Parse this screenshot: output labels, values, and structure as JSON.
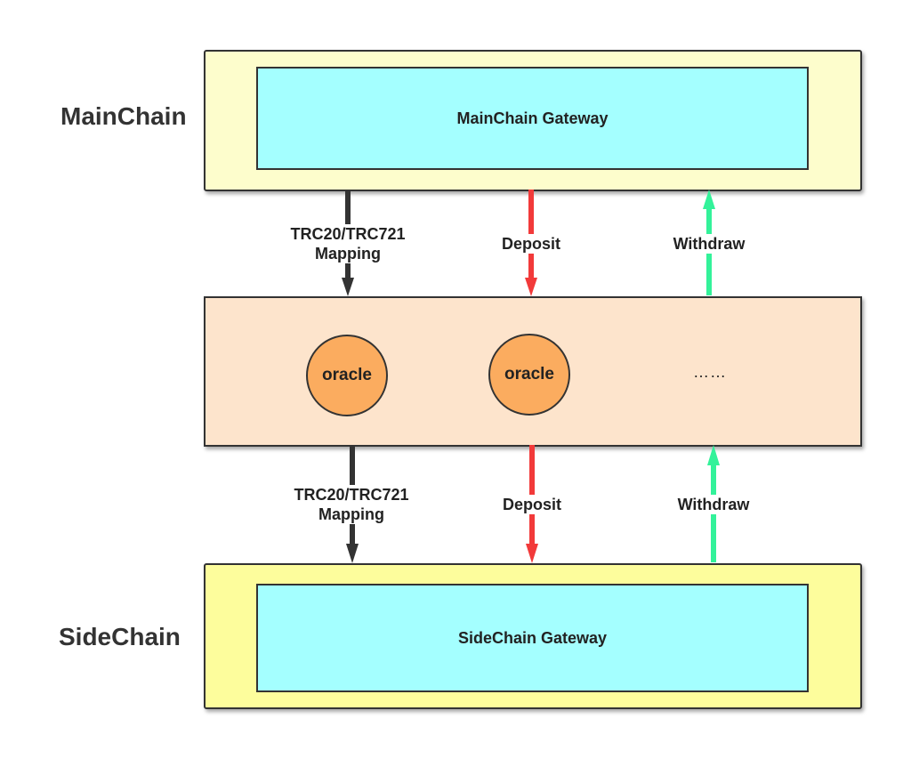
{
  "mainchain": {
    "label": "MainChain",
    "gateway_label": "MainChain Gateway"
  },
  "sidechain": {
    "label": "SideChain",
    "gateway_label": "SideChain Gateway"
  },
  "oracles": {
    "items": [
      "oracle",
      "oracle"
    ],
    "more": "……"
  },
  "top_arrows": {
    "mapping_line1": "TRC20/TRC721",
    "mapping_line2": "Mapping",
    "deposit": "Deposit",
    "withdraw": "Withdraw"
  },
  "bottom_arrows": {
    "mapping_line1": "TRC20/TRC721",
    "mapping_line2": "Mapping",
    "deposit": "Deposit",
    "withdraw": "Withdraw"
  },
  "colors": {
    "mapping_arrow": "#333333",
    "deposit_arrow": "#f23a3a",
    "withdraw_arrow": "#33f29a",
    "mainchain_bg": "#fdfdcc",
    "sidechain_bg": "#fdfd9c",
    "oracle_layer_bg": "#fde4cc",
    "gateway_bg": "#a4ffff",
    "oracle_fill": "#fbac5f"
  }
}
